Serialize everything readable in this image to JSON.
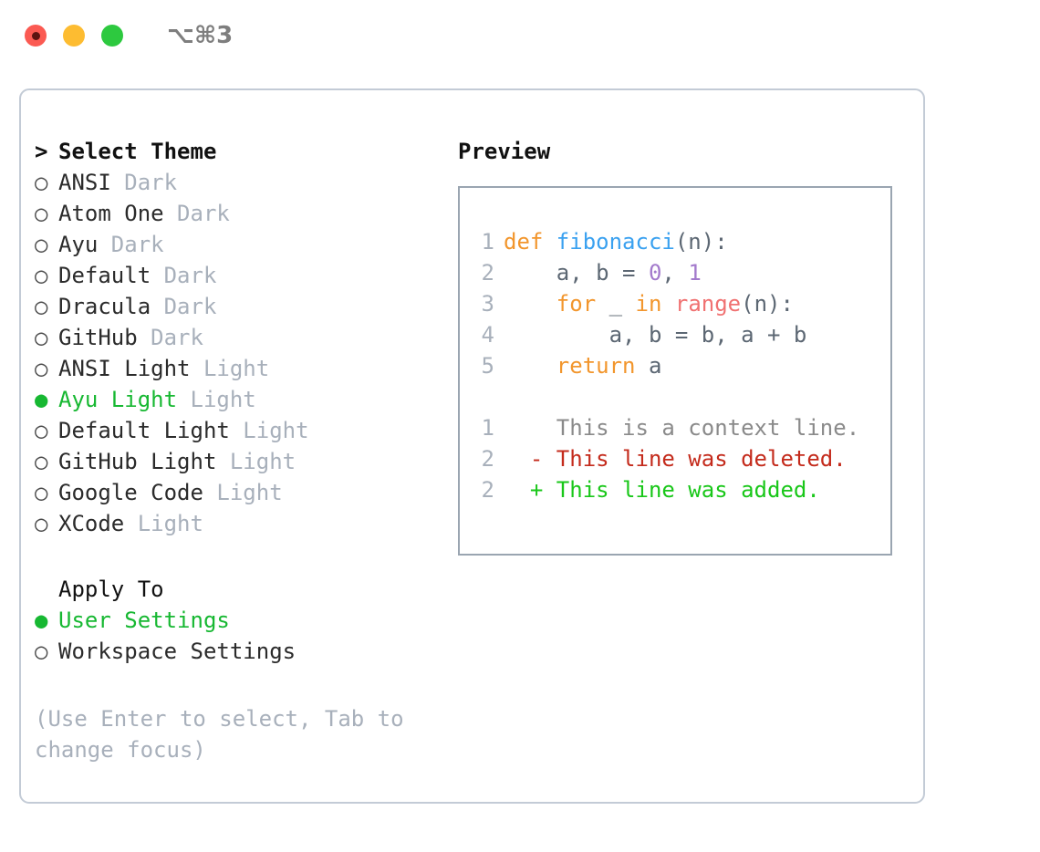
{
  "titlebar": {
    "shortcut": "⌥⌘3",
    "buttons": [
      {
        "name": "close",
        "color": "#fb5a52"
      },
      {
        "name": "minimize",
        "color": "#fdbc31"
      },
      {
        "name": "zoom",
        "color": "#2dc93f"
      }
    ]
  },
  "theme_section": {
    "marker": ">",
    "title": "Select Theme",
    "items": [
      {
        "bullet": "○",
        "label": "ANSI",
        "suffix": "Dark",
        "selected": false
      },
      {
        "bullet": "○",
        "label": "Atom One",
        "suffix": "Dark",
        "selected": false
      },
      {
        "bullet": "○",
        "label": "Ayu",
        "suffix": "Dark",
        "selected": false
      },
      {
        "bullet": "○",
        "label": "Default",
        "suffix": "Dark",
        "selected": false
      },
      {
        "bullet": "○",
        "label": "Dracula",
        "suffix": "Dark",
        "selected": false
      },
      {
        "bullet": "○",
        "label": "GitHub",
        "suffix": "Dark",
        "selected": false
      },
      {
        "bullet": "○",
        "label": "ANSI Light",
        "suffix": "Light",
        "selected": false
      },
      {
        "bullet": "●",
        "label": "Ayu Light",
        "suffix": "Light",
        "selected": true
      },
      {
        "bullet": "○",
        "label": "Default Light",
        "suffix": "Light",
        "selected": false
      },
      {
        "bullet": "○",
        "label": "GitHub Light",
        "suffix": "Light",
        "selected": false
      },
      {
        "bullet": "○",
        "label": "Google Code",
        "suffix": "Light",
        "selected": false
      },
      {
        "bullet": "○",
        "label": "XCode",
        "suffix": "Light",
        "selected": false
      }
    ]
  },
  "apply_section": {
    "title": "Apply To",
    "items": [
      {
        "bullet": "●",
        "label": "User Settings",
        "selected": true
      },
      {
        "bullet": "○",
        "label": "Workspace Settings",
        "selected": false
      }
    ]
  },
  "hint": "(Use Enter to select, Tab to change focus)",
  "preview": {
    "title": "Preview",
    "code_lines": [
      {
        "num": "1",
        "tokens": [
          {
            "t": "def ",
            "c": "kw"
          },
          {
            "t": "fibonacci",
            "c": "fn"
          },
          {
            "t": "(n):",
            "c": "txt"
          }
        ]
      },
      {
        "num": "2",
        "tokens": [
          {
            "t": "    a, b = ",
            "c": "txt"
          },
          {
            "t": "0",
            "c": "num"
          },
          {
            "t": ", ",
            "c": "txt"
          },
          {
            "t": "1",
            "c": "num"
          }
        ]
      },
      {
        "num": "3",
        "tokens": [
          {
            "t": "    ",
            "c": "txt"
          },
          {
            "t": "for",
            "c": "kw"
          },
          {
            "t": " _ ",
            "c": "txt"
          },
          {
            "t": "in",
            "c": "kw"
          },
          {
            "t": " ",
            "c": "txt"
          },
          {
            "t": "range",
            "c": "call"
          },
          {
            "t": "(n):",
            "c": "txt"
          }
        ]
      },
      {
        "num": "4",
        "tokens": [
          {
            "t": "        a, b = b, a + b",
            "c": "txt"
          }
        ]
      },
      {
        "num": "5",
        "tokens": [
          {
            "t": "    ",
            "c": "txt"
          },
          {
            "t": "return",
            "c": "kw"
          },
          {
            "t": " a",
            "c": "txt"
          }
        ]
      }
    ],
    "diff_lines": [
      {
        "num": "1",
        "marker": " ",
        "text": " This is a context line.",
        "kind": "ctx"
      },
      {
        "num": "2",
        "marker": "-",
        "text": " This line was deleted.",
        "kind": "del"
      },
      {
        "num": "2",
        "marker": "+",
        "text": " This line was added.",
        "kind": "add"
      }
    ]
  },
  "colors": {
    "accent_green": "#17b832",
    "muted": "#a8b0bb",
    "keyword": "#f2962d",
    "function": "#3aa1f0",
    "call": "#f07171",
    "number": "#a37acc",
    "text": "#5c6773",
    "deleted": "#c42b1c",
    "added": "#19c719",
    "panel_border": "#c3cbd6",
    "preview_border": "#9aa5b1"
  }
}
